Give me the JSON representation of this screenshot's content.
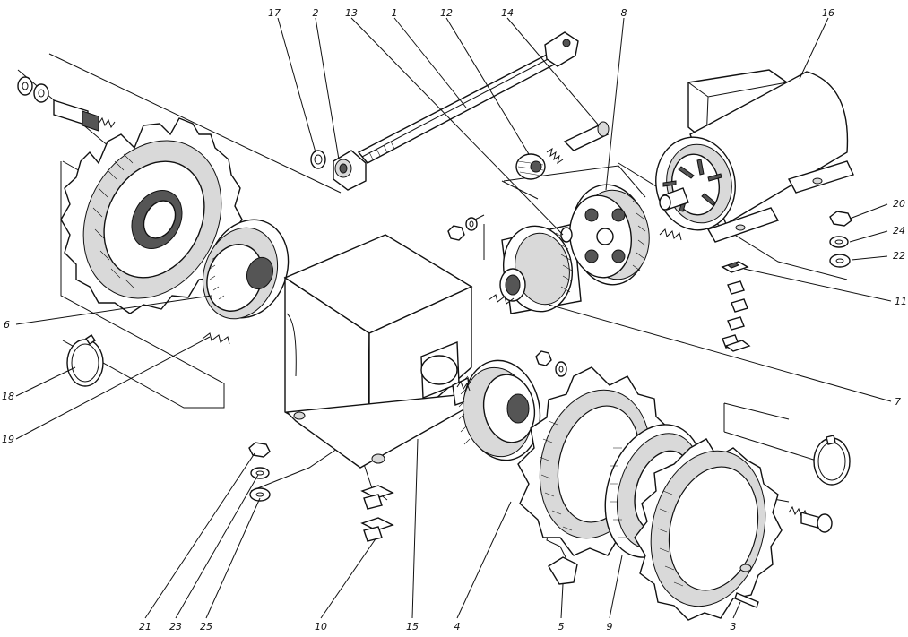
{
  "diagram": {
    "kind": "exploded assembly drawing",
    "callouts": [
      "17",
      "2",
      "13",
      "1",
      "12",
      "14",
      "8",
      "16",
      "20",
      "24",
      "22",
      "11",
      "6",
      "18",
      "19",
      "7",
      "21",
      "23",
      "25",
      "10",
      "15",
      "4",
      "5",
      "9",
      "3"
    ]
  }
}
